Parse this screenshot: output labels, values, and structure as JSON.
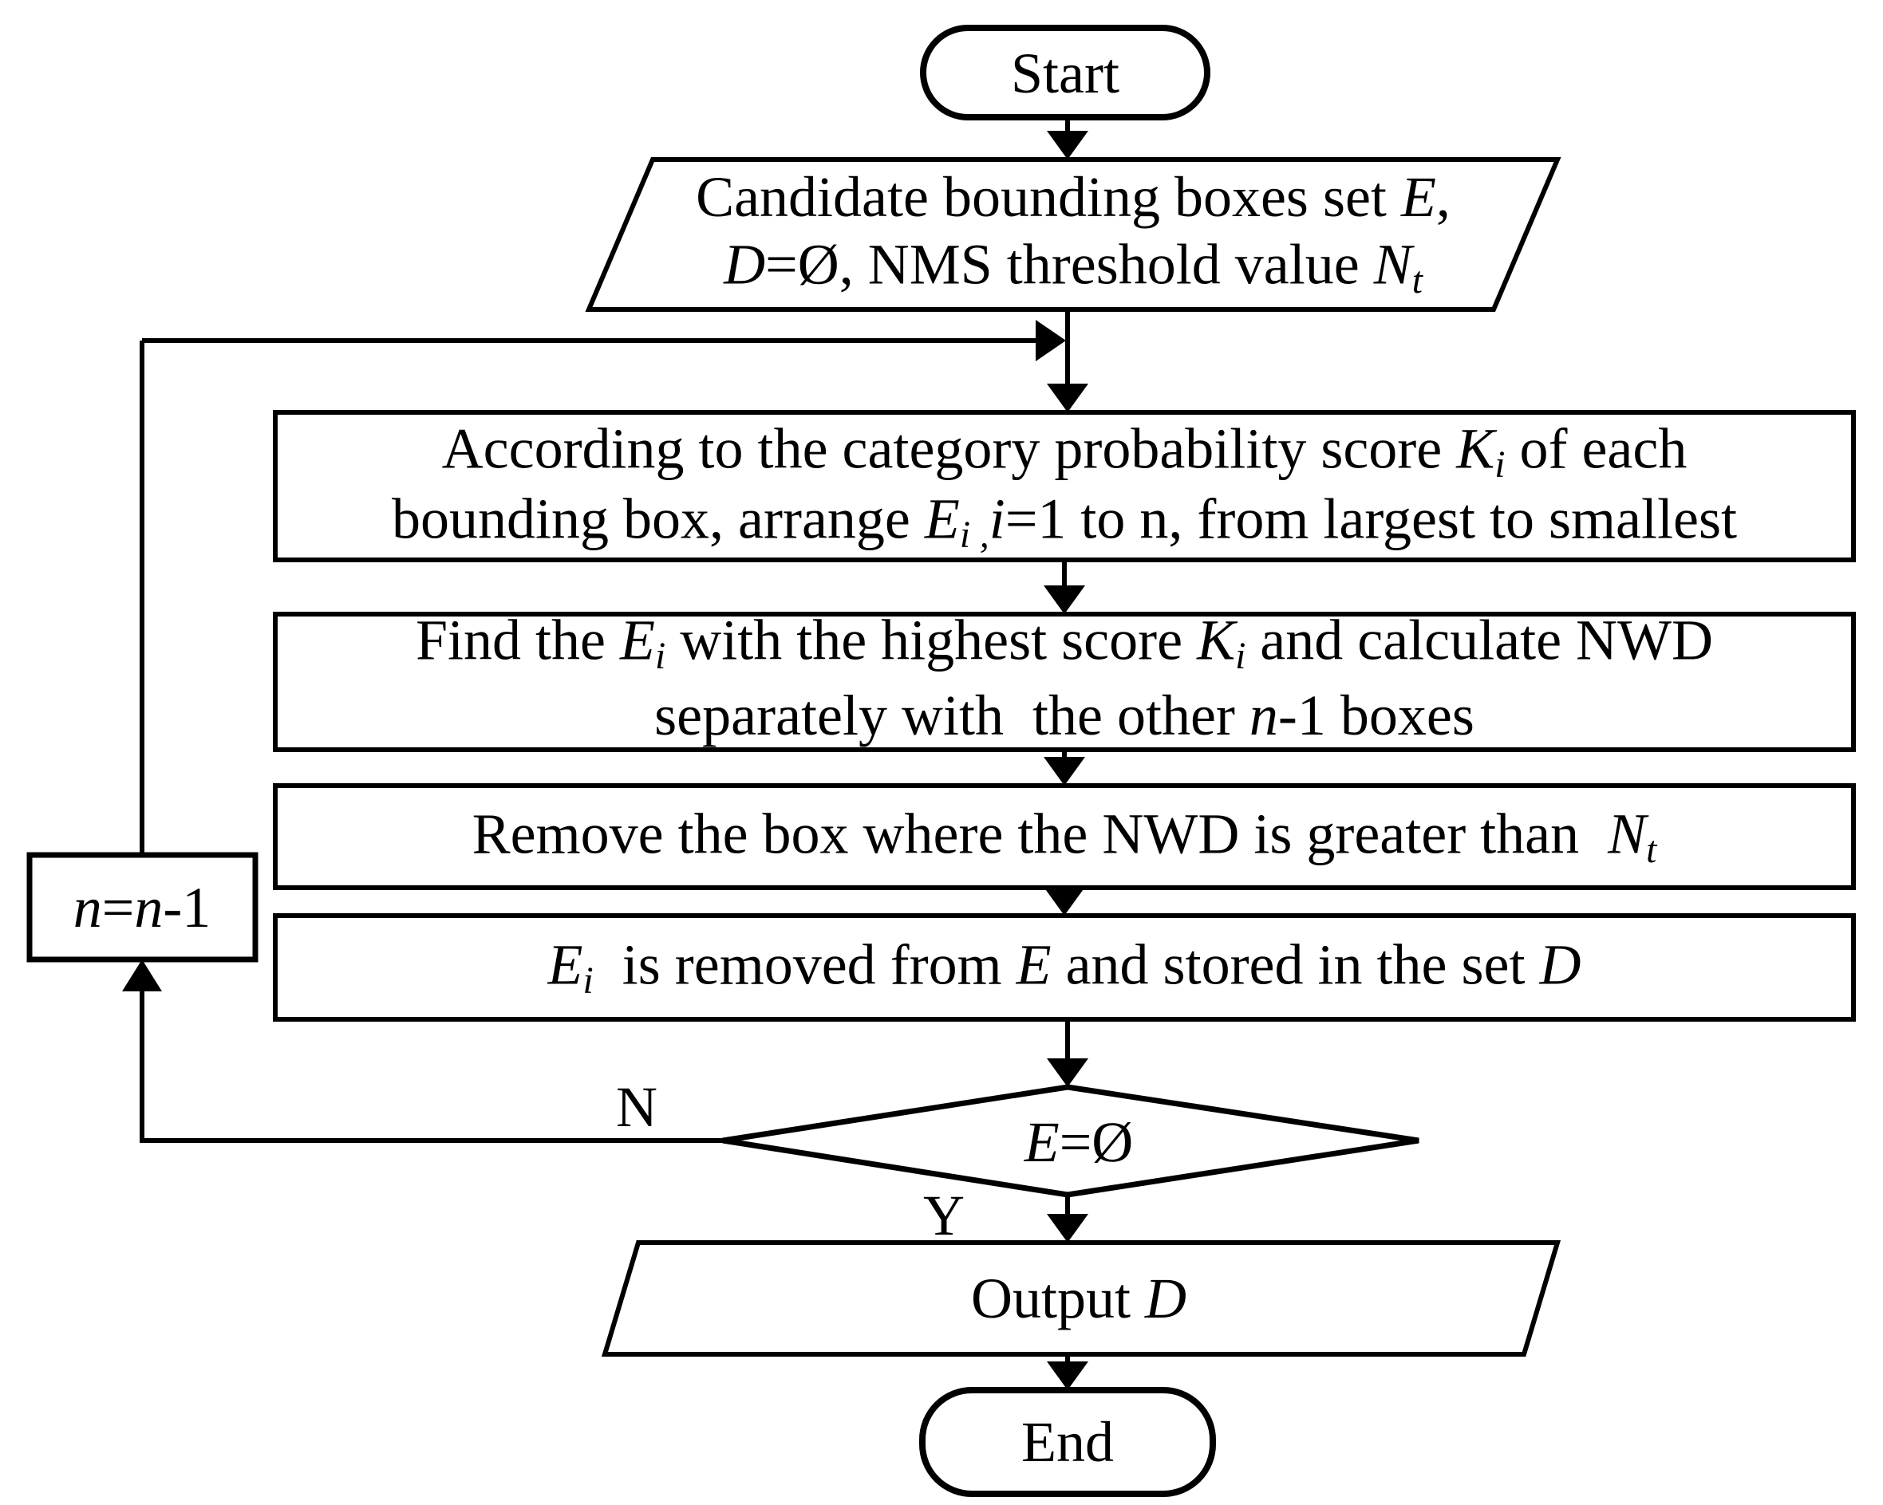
{
  "figure": {
    "background_color": "#ffffff",
    "line_color": "#000000",
    "description": "NWD-based NMS algorithm flowchart"
  },
  "nodes": {
    "start": {
      "type": "terminator",
      "label": "Start"
    },
    "input": {
      "type": "input-output",
      "line1": [
        {
          "t": "Candidate bounding boxes set "
        },
        {
          "t": "E"
        },
        {
          "t": ","
        }
      ],
      "line2": [
        {
          "t": "D"
        },
        {
          "t": "=Ø, NMS threshold value "
        },
        {
          "t": "N"
        },
        {
          "t": "t"
        }
      ]
    },
    "sort": {
      "type": "process",
      "line1": [
        {
          "t": "According to the category probability score "
        },
        {
          "t": "K"
        },
        {
          "t": "i"
        },
        {
          "t": " of each"
        }
      ],
      "line2": [
        {
          "t": "bounding box, arrange "
        },
        {
          "t": "E"
        },
        {
          "t": "i ,"
        },
        {
          "t": "i"
        },
        {
          "t": "=1 to n, from largest to smallest"
        }
      ]
    },
    "find": {
      "type": "process",
      "line1": [
        {
          "t": "Find the "
        },
        {
          "t": "E"
        },
        {
          "t": "i"
        },
        {
          "t": " with the highest score "
        },
        {
          "t": "K"
        },
        {
          "t": "i"
        },
        {
          "t": " and calculate NWD"
        }
      ],
      "line2": [
        {
          "t": "separately with  the other "
        },
        {
          "t": "n"
        },
        {
          "t": "-1 boxes"
        }
      ]
    },
    "remove": {
      "type": "process",
      "line1": [
        {
          "t": "Remove the box where the NWD is greater than  "
        },
        {
          "t": "N"
        },
        {
          "t": "t"
        }
      ]
    },
    "store": {
      "type": "process",
      "line1": [
        {
          "t": "E"
        },
        {
          "t": "i"
        },
        {
          "t": "  is removed from "
        },
        {
          "t": "E"
        },
        {
          "t": " and stored in the set "
        },
        {
          "t": "D"
        }
      ]
    },
    "decrement": {
      "type": "process",
      "line1": [
        {
          "t": "n"
        },
        {
          "t": "="
        },
        {
          "t": "n"
        },
        {
          "t": "-1"
        }
      ]
    },
    "decision": {
      "type": "decision",
      "line1": [
        {
          "t": "E"
        },
        {
          "t": "=Ø"
        }
      ]
    },
    "output": {
      "type": "input-output",
      "line1": [
        {
          "t": "Output "
        },
        {
          "t": "D"
        }
      ]
    },
    "end": {
      "type": "terminator",
      "label": "End"
    }
  },
  "edge_labels": {
    "no": "N",
    "yes": "Y"
  }
}
